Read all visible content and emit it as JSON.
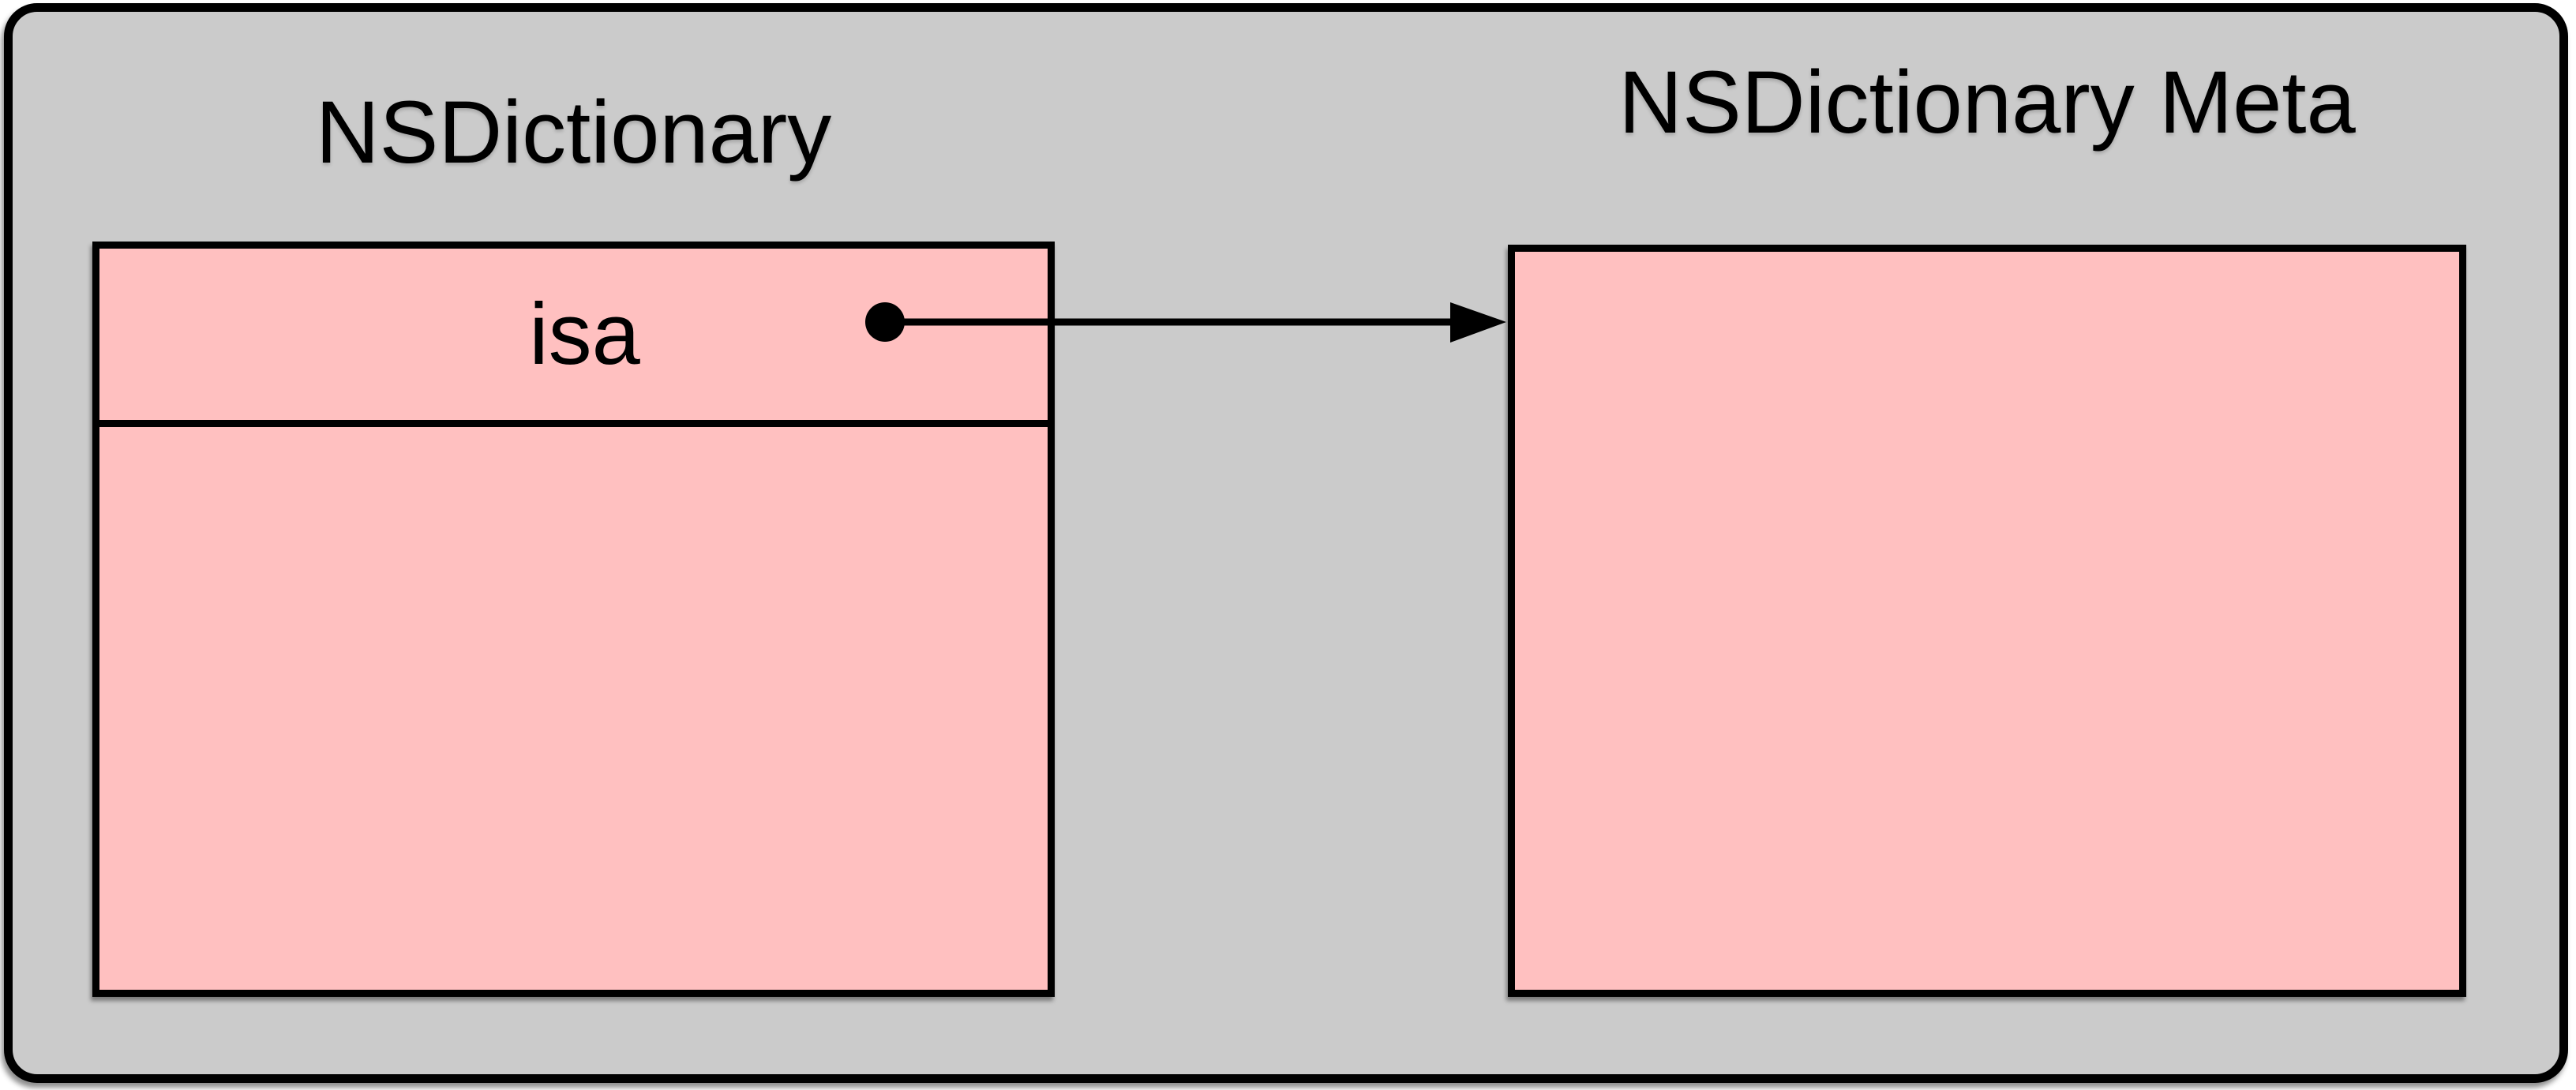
{
  "diagram": {
    "left_class": {
      "title": "NSDictionary",
      "field_label": "isa"
    },
    "right_class": {
      "title": "NSDictionary Meta"
    },
    "colors": {
      "page_background": "#ffffff",
      "panel_fill": "#cbcbcb",
      "box_fill": "#ffc0c0",
      "stroke": "#000000"
    }
  }
}
